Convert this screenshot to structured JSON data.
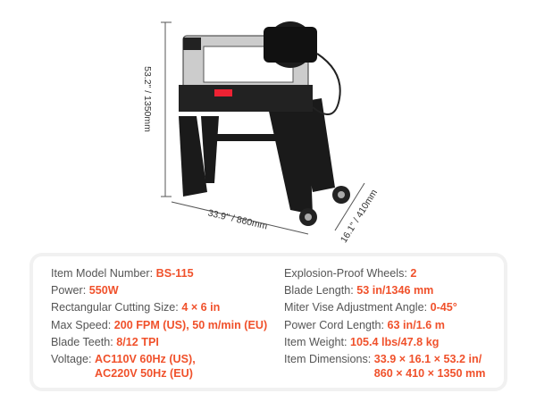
{
  "dimensions": {
    "height": "53.2\" / 1350mm",
    "length": "33.9\" / 860mm",
    "width": "16.1\" / 410mm"
  },
  "specs_left": [
    {
      "label": "Item Model Number: ",
      "value": "BS-115"
    },
    {
      "label": "Power: ",
      "value": "550W"
    },
    {
      "label": "Rectangular Cutting Size: ",
      "value": "4 × 6 in"
    },
    {
      "label": "Max Speed: ",
      "value": "200 FPM (US), 50 m/min (EU)"
    },
    {
      "label": "Blade Teeth: ",
      "value": "8/12 TPI"
    },
    {
      "label": "Voltage: ",
      "value": "AC110V 60Hz (US),",
      "value2": "AC220V 50Hz (EU)"
    }
  ],
  "specs_right": [
    {
      "label": "Explosion-Proof Wheels: ",
      "value": "2"
    },
    {
      "label": "Blade Length: ",
      "value": "53 in/1346 mm"
    },
    {
      "label": "Miter Vise Adjustment Angle: ",
      "value": "0-45°"
    },
    {
      "label": "Power Cord Length: ",
      "value": "63 in/1.6 m"
    },
    {
      "label": "Item Weight: ",
      "value": "105.4 lbs/47.8 kg"
    },
    {
      "label": "Item Dimensions: ",
      "value": "33.9 × 16.1 × 53.2 in/",
      "value2": "860 × 410 × 1350 mm"
    }
  ],
  "colors": {
    "accent": "#f0512b"
  }
}
